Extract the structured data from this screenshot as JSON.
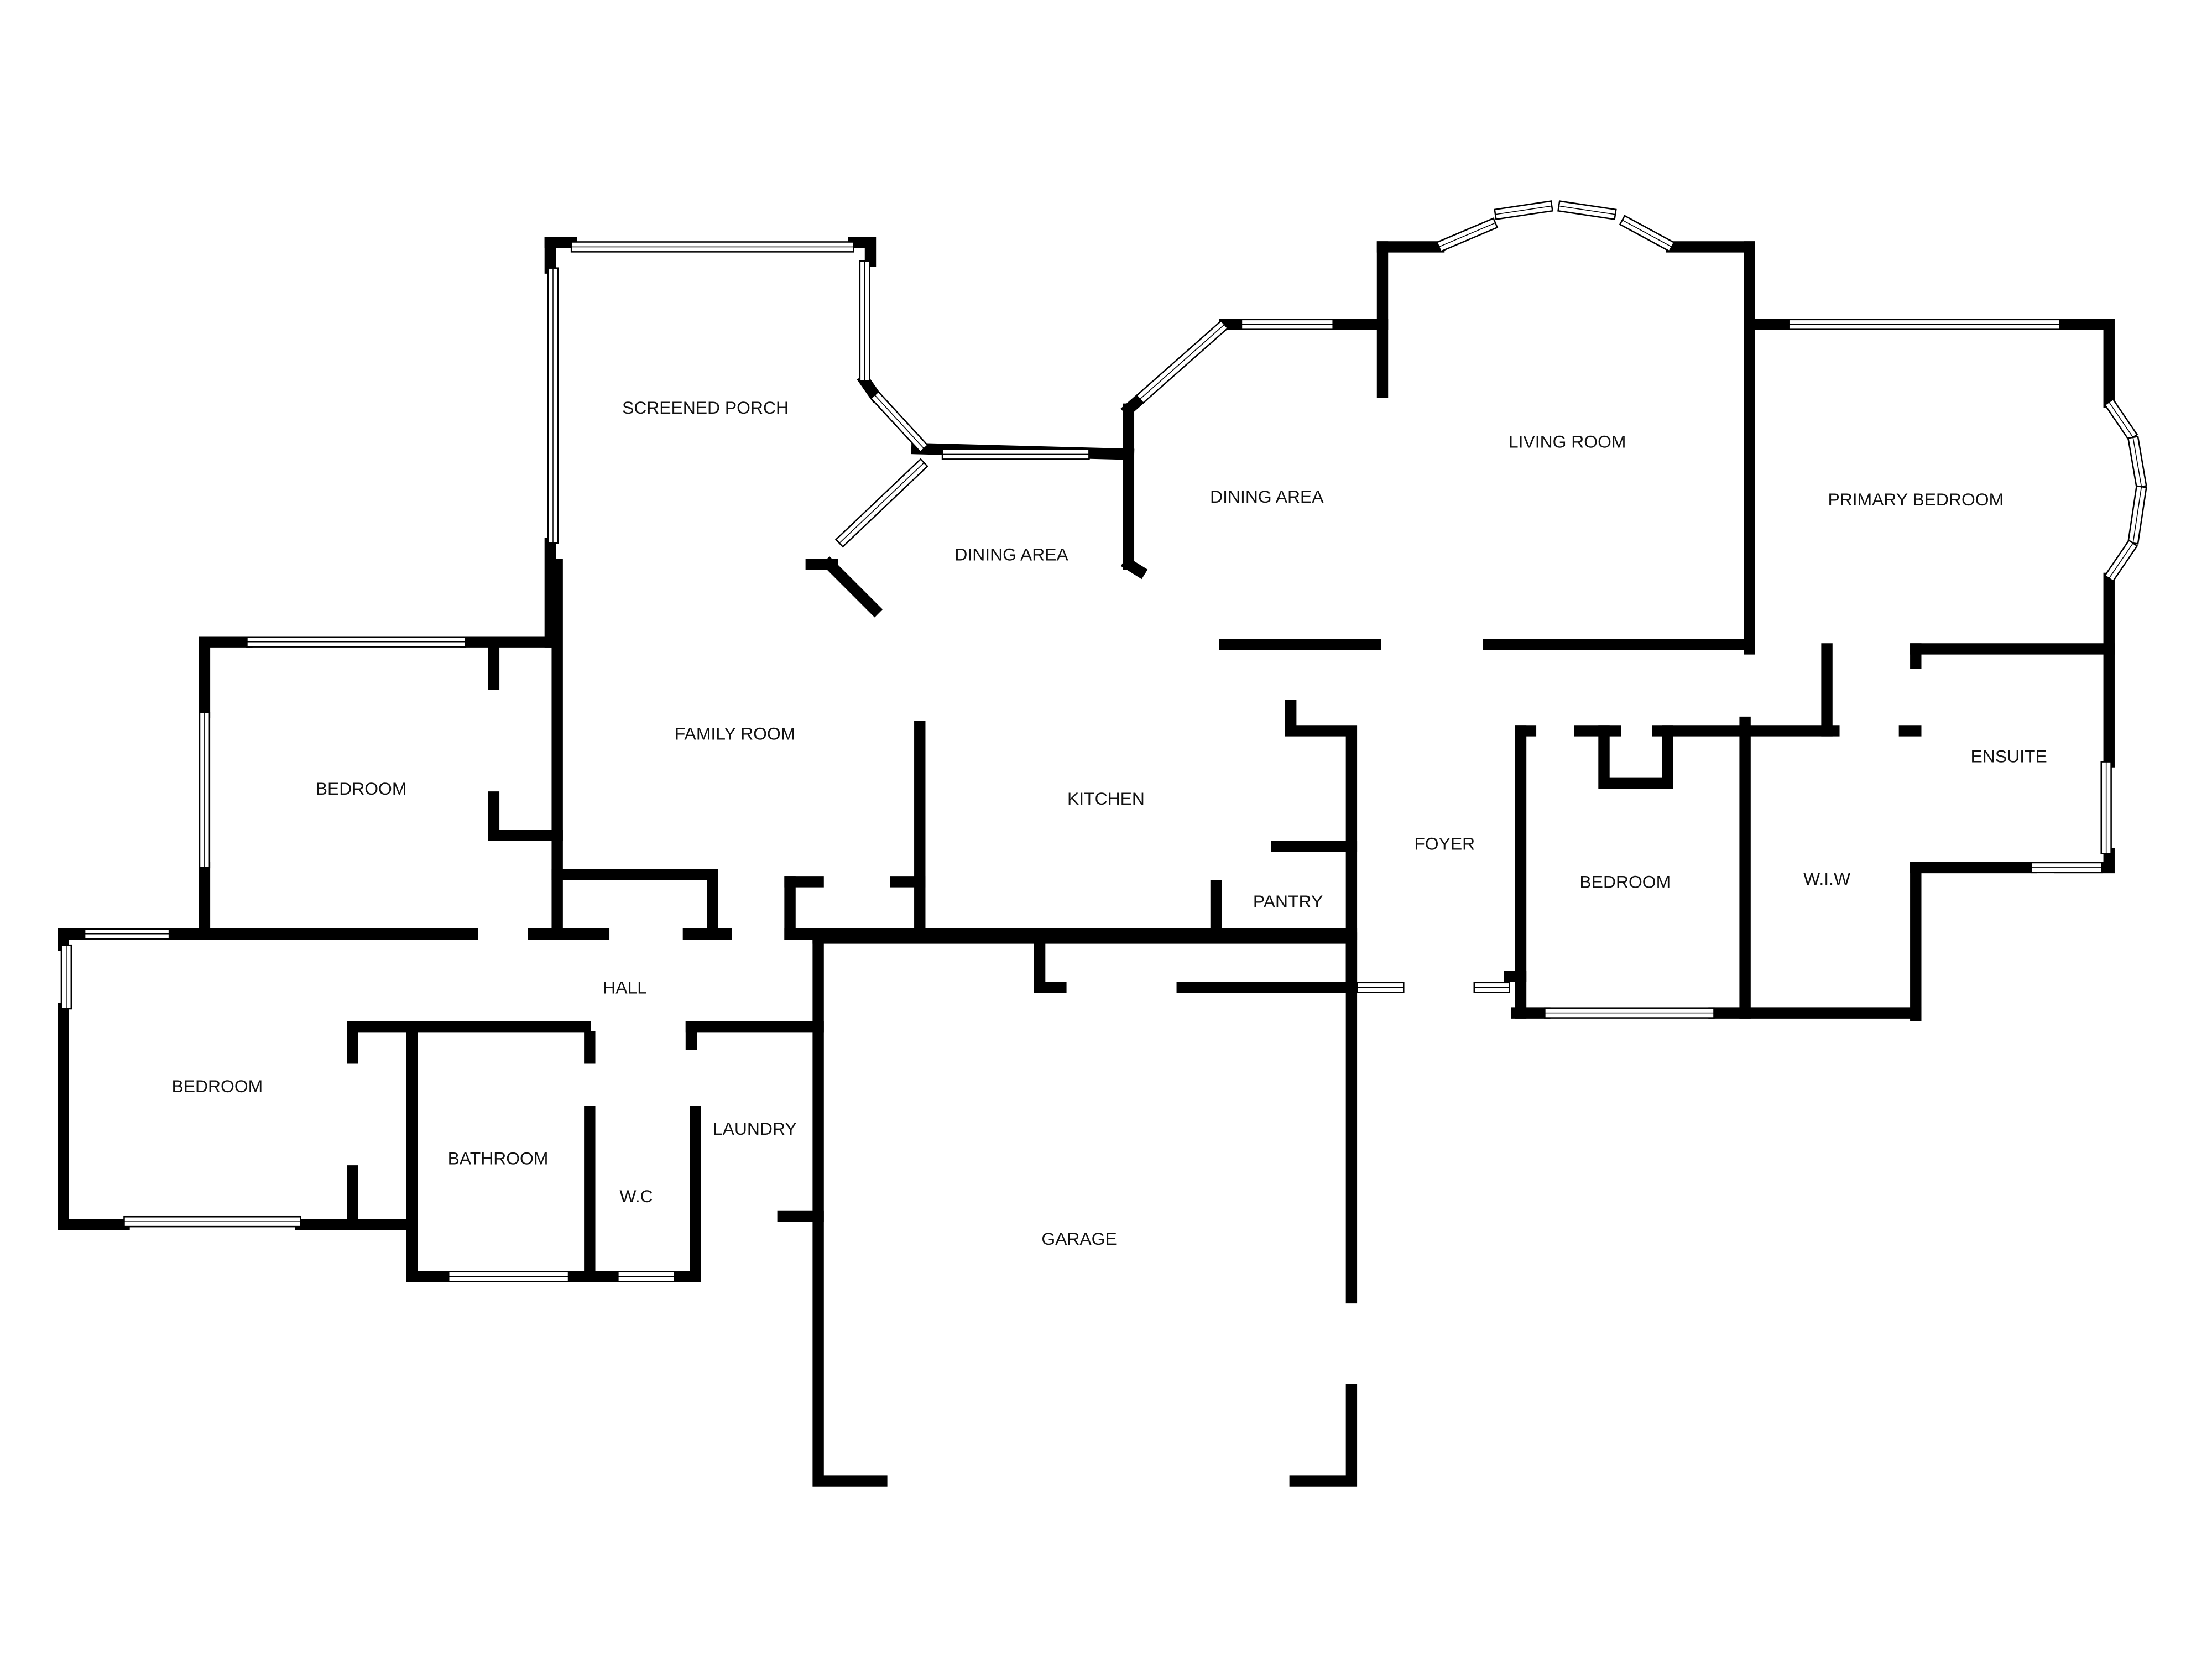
{
  "rooms": {
    "screened_porch": "SCREENED PORCH",
    "dining_area_1": "DINING AREA",
    "dining_area_2": "DINING AREA",
    "living_room": "LIVING ROOM",
    "primary_bedroom": "PRIMARY BEDROOM",
    "family_room": "FAMILY ROOM",
    "kitchen": "KITCHEN",
    "bedroom_1": "BEDROOM",
    "bedroom_2": "BEDROOM",
    "bedroom_3": "BEDROOM",
    "ensuite": "ENSUITE",
    "foyer": "FOYER",
    "pantry": "PANTRY",
    "wiw": "W.I.W",
    "hall": "HALL",
    "bathroom": "BATHROOM",
    "wc": "W.C",
    "laundry": "LAUNDRY",
    "garage": "GARAGE"
  },
  "colors": {
    "wall": "#000000",
    "background": "#ffffff"
  }
}
